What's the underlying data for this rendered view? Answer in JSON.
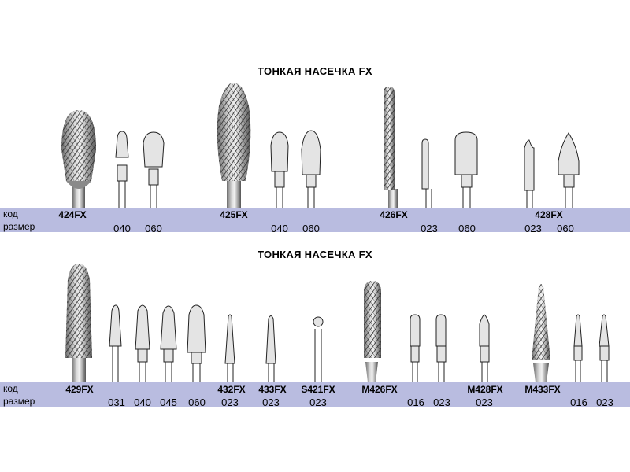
{
  "sections": [
    {
      "title": "ТОНКАЯ НАСЕЧКА FX",
      "row_labels": {
        "code": "код",
        "size": "размер"
      },
      "codes": [
        "424FX",
        "425FX",
        "426FX",
        "428FX"
      ],
      "sizes": [
        "040",
        "060",
        "040",
        "060",
        "023",
        "060",
        "023",
        "060"
      ]
    },
    {
      "title": "ТОНКАЯ НАСЕЧКА FX",
      "row_labels": {
        "code": "код",
        "size": "размер"
      },
      "codes": [
        "429FX",
        "432FX",
        "433FX",
        "S421FX",
        "M426FX",
        "M428FX",
        "M433FX"
      ],
      "sizes": [
        "031",
        "040",
        "045",
        "060",
        "023",
        "023",
        "023",
        "016",
        "023",
        "023",
        "016",
        "023"
      ]
    }
  ],
  "colors": {
    "band": "#b9bce0",
    "outline": "#222222",
    "fill": "#e4e4e4"
  }
}
